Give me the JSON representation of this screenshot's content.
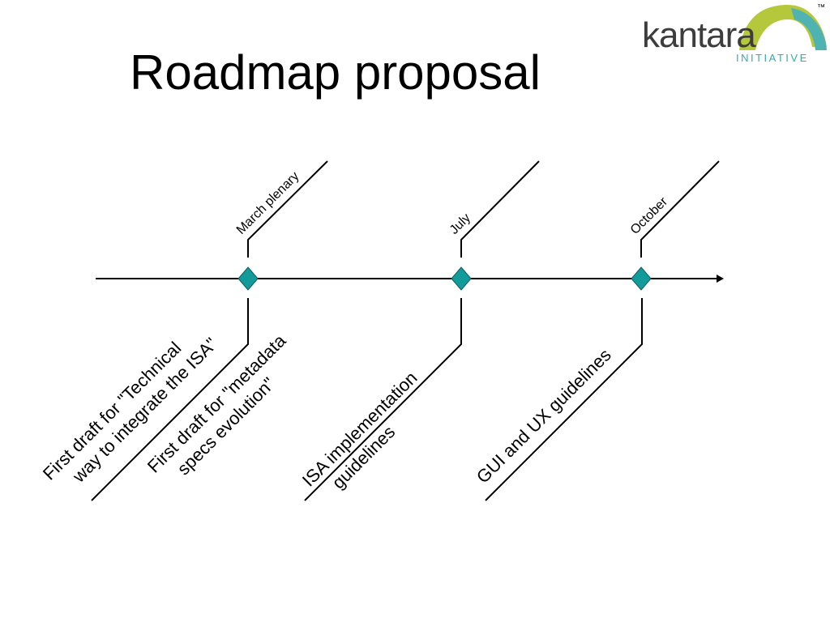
{
  "slide": {
    "title": "Roadmap proposal"
  },
  "logo": {
    "name": "kantara",
    "tagline": "INITIATIVE",
    "trademark": "™",
    "colors": {
      "text": "#3d3d3d",
      "tagline": "#3aa9a9",
      "arc_green": "#b5c73a",
      "arc_teal": "#4fb3b3"
    }
  },
  "timeline": {
    "milestones": [
      {
        "label": "March plenary"
      },
      {
        "label": "July"
      },
      {
        "label": "October"
      }
    ],
    "deliverables": [
      {
        "line1": "First draft for \"Technical",
        "line2": "way to integrate the ISA\""
      },
      {
        "line1": "First draft for \"metadata",
        "line2": "specs evolution\""
      },
      {
        "line1": "ISA implementation",
        "line2": "guidelines"
      },
      {
        "line1": "GUI and UX guidelines",
        "line2": ""
      }
    ],
    "colors": {
      "diamond": "#139a9a",
      "line": "#000000"
    }
  }
}
